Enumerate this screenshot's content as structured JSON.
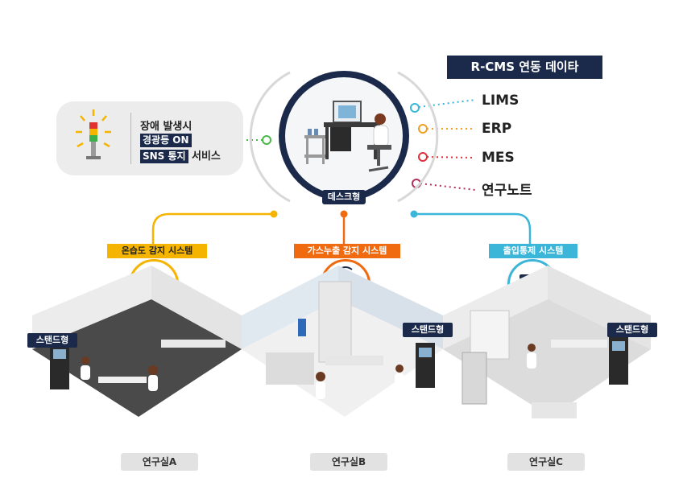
{
  "alarm": {
    "line1": "장애 발생시",
    "line2": "경광등 ON",
    "line3a": "SNS 통지",
    "line3b": "서비스"
  },
  "center": {
    "label": "데스크형"
  },
  "integration": {
    "title": "R-CMS 연동 데이타",
    "items": [
      {
        "label": "LIMS",
        "color": "#3bb6d8"
      },
      {
        "label": "ERP",
        "color": "#f0a020"
      },
      {
        "label": "MES",
        "color": "#e0303a"
      },
      {
        "label": "연구노트",
        "color": "#b0305a"
      }
    ]
  },
  "systems": [
    {
      "label": "온습도 감지 시스템",
      "color": "#f5b400",
      "icon": "thermometer-icon"
    },
    {
      "label": "가스누출 감지 시스템",
      "color": "#f06a10",
      "icon": "gas-valve-icon"
    },
    {
      "label": "출입통제 시스템",
      "color": "#3bb6d8",
      "icon": "camera-icon"
    }
  ],
  "rooms": [
    {
      "name": "연구실A",
      "stand": "스탠드형"
    },
    {
      "name": "연구실B",
      "stand": "스탠드형"
    },
    {
      "name": "연구실C",
      "stand": "스탠드형"
    }
  ]
}
